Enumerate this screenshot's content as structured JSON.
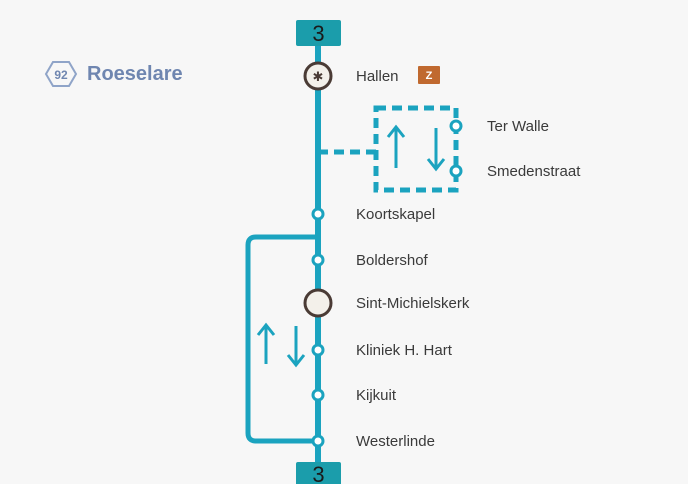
{
  "colors": {
    "line": "#1ba3bf",
    "badge": "#1b9dab",
    "region_text": "#6f86b0",
    "hex_stroke": "#8fa4c8",
    "tag_bg": "#c0692f",
    "hub_fill": "#f3f0ea",
    "hub_stroke": "#4a3b35"
  },
  "line": {
    "number": "3"
  },
  "region": {
    "hex_number": "92",
    "name": "Roeselare"
  },
  "stops": {
    "hallen": {
      "label": "Hallen",
      "tag": "Z",
      "hub_icon": "star-hub-icon"
    },
    "ter_walle": {
      "label": "Ter Walle"
    },
    "smedenstraat": {
      "label": "Smedenstraat"
    },
    "koortskapel": {
      "label": "Koortskapel"
    },
    "boldershof": {
      "label": "Boldershof"
    },
    "sint_michielskerk": {
      "label": "Sint-Michielskerk"
    },
    "kliniek": {
      "label": "Kliniek H. Hart"
    },
    "kijkuit": {
      "label": "Kijkuit"
    },
    "westerlinde": {
      "label": "Westerlinde"
    }
  },
  "direction_arrows": {
    "upper_loop": [
      "arrow-up-icon",
      "arrow-down-icon"
    ],
    "lower_loop": [
      "arrow-up-icon",
      "arrow-down-icon"
    ]
  }
}
